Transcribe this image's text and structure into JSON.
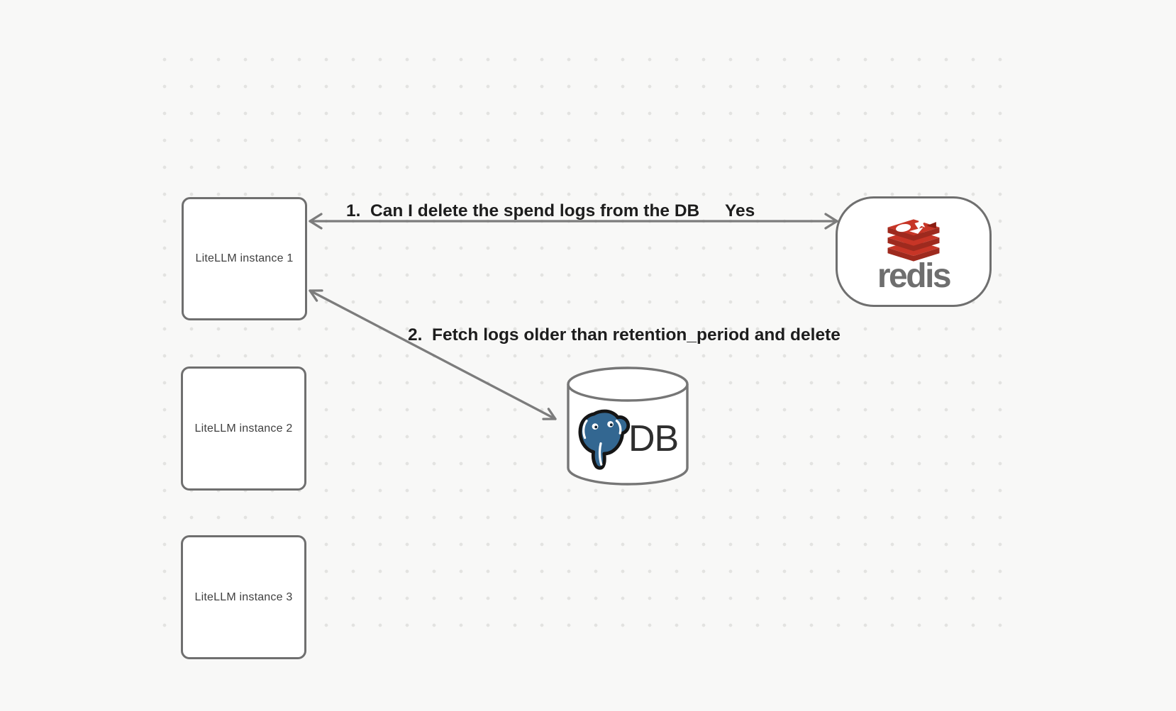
{
  "canvas": {
    "background_color": "#f8f8f7",
    "grid_dot_color": "#e3e3e1"
  },
  "nodes": {
    "litellm1": {
      "label": "LiteLLM instance 1"
    },
    "litellm2": {
      "label": "LiteLLM instance 2"
    },
    "litellm3": {
      "label": "LiteLLM instance 3"
    },
    "redis": {
      "label": "redis",
      "logo_red_bright": "#c73526",
      "logo_red_dark": "#9e2a1e",
      "wordmark_color": "#6e6e6e"
    },
    "db": {
      "label": "DB",
      "postgres_blue": "#336791"
    }
  },
  "edges": [
    {
      "from": "LiteLLM instance 1",
      "to": "redis",
      "label": "1.  Can I delete the spend logs from the DB",
      "reply": "Yes",
      "arrows": "both-ends",
      "color": "#7c7c7c"
    },
    {
      "from": "LiteLLM instance 1",
      "to": "DB",
      "label": "2.  Fetch logs older than retention_period and delete",
      "arrows": "both-ends",
      "color": "#7c7c7c"
    }
  ]
}
